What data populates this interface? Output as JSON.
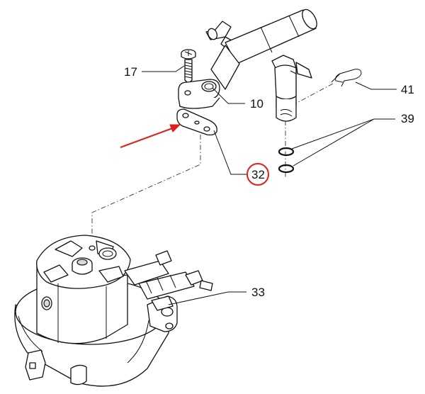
{
  "callouts": {
    "c17": "17",
    "c10": "10",
    "c41": "41",
    "c39": "39",
    "c32": "32",
    "c33": "33"
  },
  "highlight": {
    "circled_part": "32",
    "circle_color": "#e0201b",
    "arrow_color": "#e0201b"
  }
}
